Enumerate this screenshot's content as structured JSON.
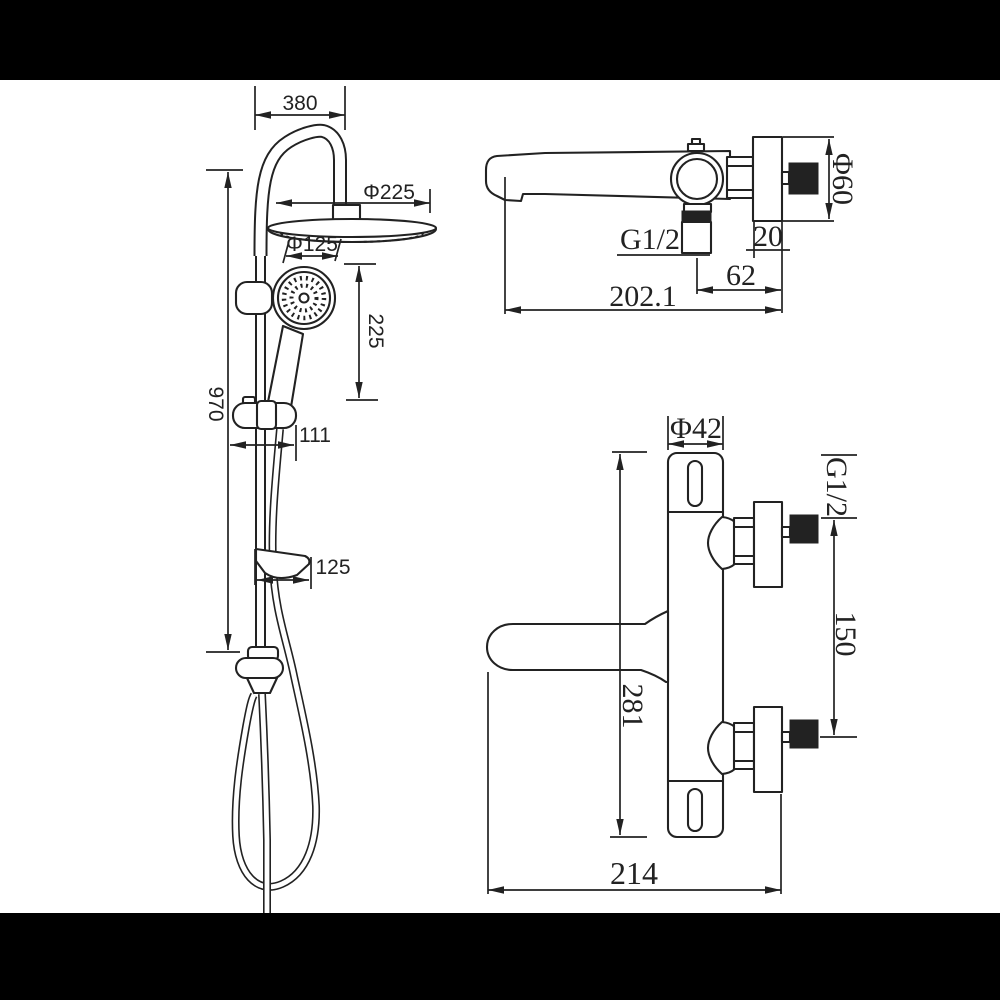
{
  "colors": {
    "bar": "#000000",
    "paper": "#ffffff",
    "line": "#222222"
  },
  "views": {
    "shower_column": {
      "dims": {
        "top_width": "380",
        "rain_head_diameter": "Φ225",
        "hand_shower_diameter": "Φ125",
        "hand_shower_drop": "225",
        "column_height": "970",
        "slider_offset": "111",
        "soap_dish_width": "125"
      }
    },
    "tub_spout_side": {
      "dims": {
        "spout_length": "202.1",
        "wall_offset": "62",
        "escutcheon_depth": "20",
        "outlet_thread": "G1/2",
        "escutcheon_diameter": "Φ60"
      }
    },
    "mixer_front": {
      "dims": {
        "body_diameter": "Φ42",
        "inlet_thread": "G1/2",
        "inlet_spacing": "150",
        "body_height": "281",
        "overall_width": "214"
      }
    }
  }
}
